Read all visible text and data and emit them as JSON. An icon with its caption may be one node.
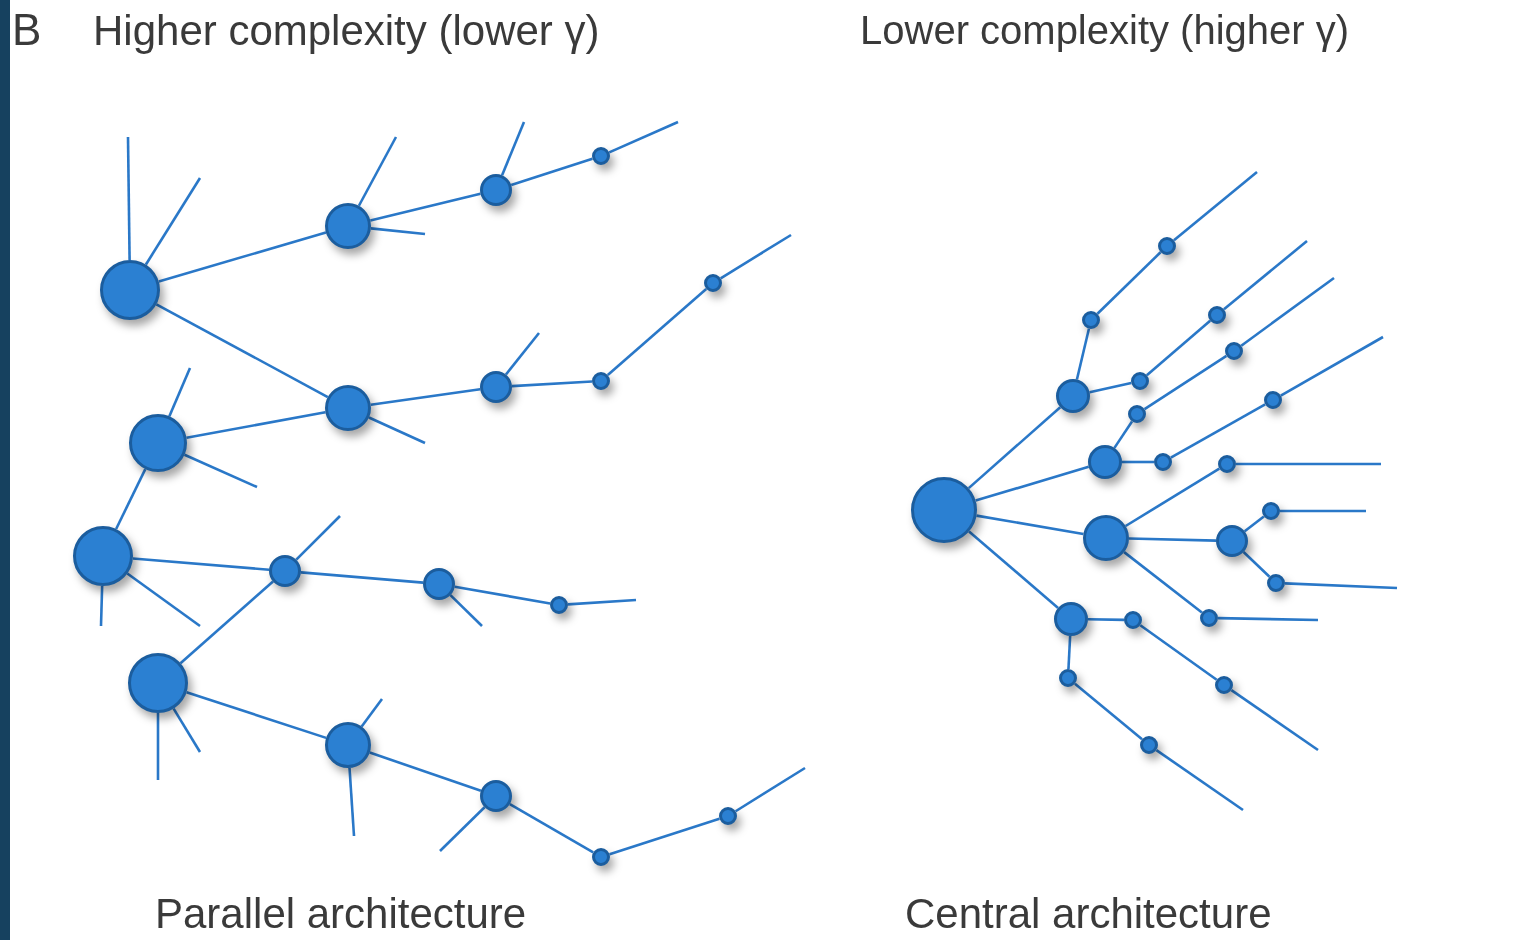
{
  "diagram": {
    "nodes": [
      {
        "text": [],
        "shape": "circle"
      },
      {
        "text": [],
        "shape": "circle"
      },
      {
        "text": [],
        "shape": "circle"
      },
      {
        "text": [],
        "shape": "circle"
      },
      {
        "text": [],
        "shape": "circle"
      },
      {
        "text": [],
        "shape": "circle"
      },
      {
        "text": [],
        "shape": "circle"
      },
      {
        "text": [],
        "shape": "circle"
      },
      {
        "text": [],
        "shape": "circle"
      },
      {
        "text": [],
        "shape": "circle"
      },
      {
        "text": [],
        "shape": "circle"
      },
      {
        "text": [],
        "shape": "circle"
      },
      {
        "text": [],
        "shape": "circle"
      },
      {
        "text": [],
        "shape": "circle"
      },
      {
        "text": [],
        "shape": "circle"
      },
      {
        "text": [],
        "shape": "circle"
      },
      {
        "text": [],
        "shape": "circle"
      },
      {
        "text": [],
        "shape": "circle"
      },
      {
        "text": [],
        "shape": "circle"
      },
      {
        "text": [],
        "shape": "circle"
      },
      {
        "text": [],
        "shape": "circle"
      },
      {
        "text": [],
        "shape": "circle"
      },
      {
        "text": [],
        "shape": "circle"
      },
      {
        "text": [],
        "shape": "circle"
      },
      {
        "text": [],
        "shape": "circle"
      },
      {
        "text": [],
        "shape": "circle"
      },
      {
        "text": [],
        "shape": "circle"
      },
      {
        "text": [],
        "shape": "circle"
      },
      {
        "text": [],
        "shape": "circle"
      },
      {
        "text": [],
        "shape": "circle"
      },
      {
        "text": [],
        "shape": "circle"
      },
      {
        "text": [],
        "shape": "circle"
      },
      {
        "text": [],
        "shape": "circle"
      },
      {
        "text": [],
        "shape": "circle"
      },
      {
        "text": [],
        "shape": "circle"
      },
      {
        "text": [],
        "shape": "circle"
      },
      {
        "text": [],
        "shape": "circle"
      },
      {
        "text": [],
        "shape": "circle"
      },
      {
        "text": [],
        "shape": "circle"
      },
      {
        "text": [],
        "shape": "circle"
      }
    ],
    "edges": [
      {
        "from": 0,
        "to": 1,
        "arrow": "none"
      },
      {
        "from": 1,
        "to": 2,
        "arrow": "none"
      },
      {
        "from": 2,
        "to": 3,
        "arrow": "none"
      },
      {
        "from": 0,
        "to": 4,
        "arrow": "none"
      },
      {
        "from": 4,
        "to": 5,
        "arrow": "none"
      },
      {
        "from": 5,
        "to": 6,
        "arrow": "none"
      },
      {
        "from": 6,
        "to": 7,
        "arrow": "none"
      },
      {
        "from": 8,
        "to": 4,
        "arrow": "none"
      },
      {
        "from": 8,
        "to": 9,
        "arrow": "none"
      },
      {
        "from": 9,
        "to": 10,
        "arrow": "none"
      },
      {
        "from": 10,
        "to": 11,
        "arrow": "none"
      },
      {
        "from": 11,
        "to": 12,
        "arrow": "none"
      },
      {
        "from": 13,
        "to": 10,
        "arrow": "none"
      },
      {
        "from": 13,
        "to": 14,
        "arrow": "none"
      },
      {
        "from": 14,
        "to": 15,
        "arrow": "none"
      },
      {
        "from": 15,
        "to": 16,
        "arrow": "none"
      },
      {
        "from": 16,
        "to": 17,
        "arrow": "none"
      },
      {
        "from": 18,
        "to": 19,
        "arrow": "none"
      },
      {
        "from": 18,
        "to": 20,
        "arrow": "none"
      },
      {
        "from": 18,
        "to": 21,
        "arrow": "none"
      },
      {
        "from": 18,
        "to": 22,
        "arrow": "none"
      },
      {
        "from": 19,
        "to": 23,
        "arrow": "none"
      },
      {
        "from": 23,
        "to": 24,
        "arrow": "none"
      },
      {
        "from": 19,
        "to": 25,
        "arrow": "none"
      },
      {
        "from": 25,
        "to": 26,
        "arrow": "none"
      },
      {
        "from": 20,
        "to": 27,
        "arrow": "none"
      },
      {
        "from": 27,
        "to": 28,
        "arrow": "none"
      },
      {
        "from": 20,
        "to": 29,
        "arrow": "none"
      },
      {
        "from": 29,
        "to": 30,
        "arrow": "none"
      },
      {
        "from": 21,
        "to": 31,
        "arrow": "none"
      },
      {
        "from": 21,
        "to": 32,
        "arrow": "none"
      },
      {
        "from": 32,
        "to": 33,
        "arrow": "none"
      },
      {
        "from": 32,
        "to": 34,
        "arrow": "none"
      },
      {
        "from": 21,
        "to": 35,
        "arrow": "none"
      },
      {
        "from": 22,
        "to": 36,
        "arrow": "none"
      },
      {
        "from": 36,
        "to": 37,
        "arrow": "none"
      },
      {
        "from": 22,
        "to": 38,
        "arrow": "none"
      },
      {
        "from": 38,
        "to": 39,
        "arrow": "none"
      },
      {
        "from": 0,
        "to": null,
        "arrow": "none"
      },
      {
        "from": 0,
        "to": null,
        "arrow": "none"
      },
      {
        "from": 1,
        "to": null,
        "arrow": "none"
      },
      {
        "from": 1,
        "to": null,
        "arrow": "none"
      },
      {
        "from": 2,
        "to": null,
        "arrow": "none"
      },
      {
        "from": 3,
        "to": null,
        "arrow": "none"
      },
      {
        "from": 4,
        "to": null,
        "arrow": "none"
      },
      {
        "from": 5,
        "to": null,
        "arrow": "none"
      },
      {
        "from": 7,
        "to": null,
        "arrow": "none"
      },
      {
        "from": 8,
        "to": null,
        "arrow": "none"
      },
      {
        "from": 8,
        "to": null,
        "arrow": "none"
      },
      {
        "from": 9,
        "to": null,
        "arrow": "none"
      },
      {
        "from": 9,
        "to": null,
        "arrow": "none"
      },
      {
        "from": 10,
        "to": null,
        "arrow": "none"
      },
      {
        "from": 11,
        "to": null,
        "arrow": "none"
      },
      {
        "from": 12,
        "to": null,
        "arrow": "none"
      },
      {
        "from": 13,
        "to": null,
        "arrow": "none"
      },
      {
        "from": 13,
        "to": null,
        "arrow": "none"
      },
      {
        "from": 14,
        "to": null,
        "arrow": "none"
      },
      {
        "from": 14,
        "to": null,
        "arrow": "none"
      },
      {
        "from": 15,
        "to": null,
        "arrow": "none"
      },
      {
        "from": 17,
        "to": null,
        "arrow": "none"
      },
      {
        "from": 24,
        "to": null,
        "arrow": "none"
      },
      {
        "from": 26,
        "to": null,
        "arrow": "none"
      },
      {
        "from": 28,
        "to": null,
        "arrow": "none"
      },
      {
        "from": 30,
        "to": null,
        "arrow": "none"
      },
      {
        "from": 31,
        "to": null,
        "arrow": "none"
      },
      {
        "from": 33,
        "to": null,
        "arrow": "none"
      },
      {
        "from": 34,
        "to": null,
        "arrow": "none"
      },
      {
        "from": 35,
        "to": null,
        "arrow": "none"
      },
      {
        "from": 37,
        "to": null,
        "arrow": "none"
      },
      {
        "from": 39,
        "to": null,
        "arrow": "none"
      }
    ],
    "labels": [
      "B",
      "Higher complexity (lower γ)",
      "Lower complexity (higher γ)",
      "Parallel architecture",
      "Central architecture"
    ]
  }
}
